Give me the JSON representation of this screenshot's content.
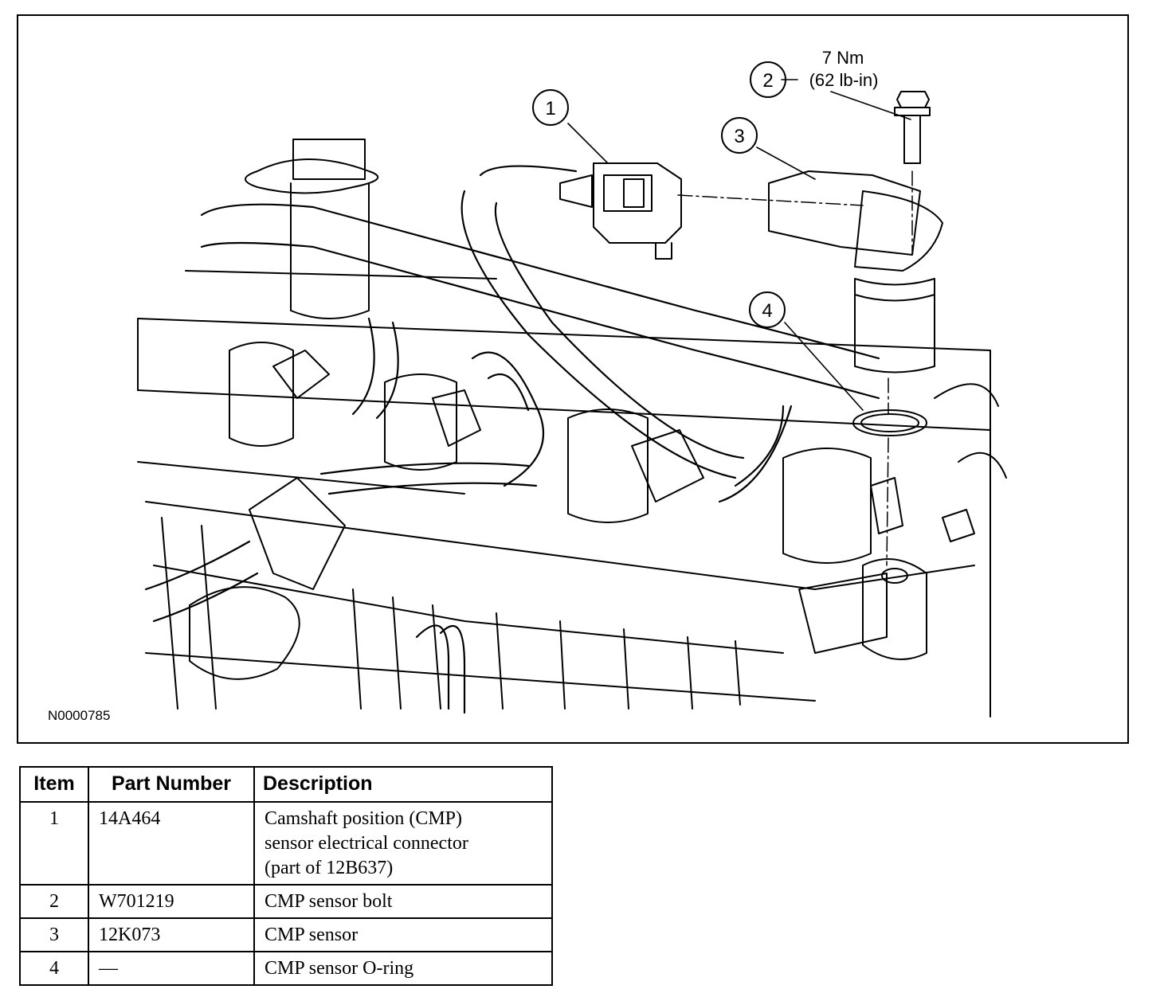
{
  "diagram": {
    "figure_id": "N0000785",
    "callouts": [
      "1",
      "2",
      "3",
      "4"
    ],
    "torque": {
      "metric": "7 Nm",
      "imperial": "(62 lb-in)"
    }
  },
  "table": {
    "headers": {
      "item": "Item",
      "part_number": "Part Number",
      "description": "Description"
    },
    "rows": [
      {
        "item": "1",
        "part_number": "14A464",
        "description": [
          "Camshaft position (CMP)",
          "sensor electrical connector",
          "(part of 12B637)"
        ]
      },
      {
        "item": "2",
        "part_number": "W701219",
        "description": [
          "CMP sensor bolt"
        ]
      },
      {
        "item": "3",
        "part_number": "12K073",
        "description": [
          "CMP sensor"
        ]
      },
      {
        "item": "4",
        "part_number": "—",
        "description": [
          "CMP sensor O-ring"
        ]
      }
    ]
  }
}
